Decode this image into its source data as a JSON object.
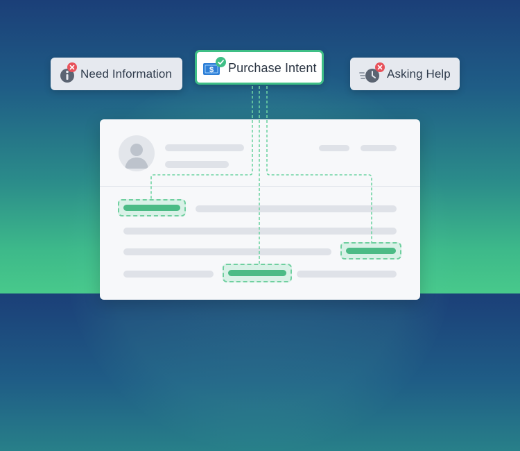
{
  "chips": {
    "need_information": {
      "label": "Need Information",
      "icon": "info-icon",
      "status": "rejected"
    },
    "purchase_intent": {
      "label": "Purchase Intent",
      "icon": "dollar-bill-icon",
      "status": "accepted"
    },
    "asking_help": {
      "label": "Asking Help",
      "icon": "speed-clock-icon",
      "status": "rejected"
    }
  },
  "colors": {
    "accent": "#3fbf86",
    "reject": "#e8525b",
    "chip_background": "#e6e9ef",
    "text": "#2f3b4c"
  },
  "document": {
    "avatar_icon": "user-avatar-icon",
    "highlighted_phrases": 3
  }
}
